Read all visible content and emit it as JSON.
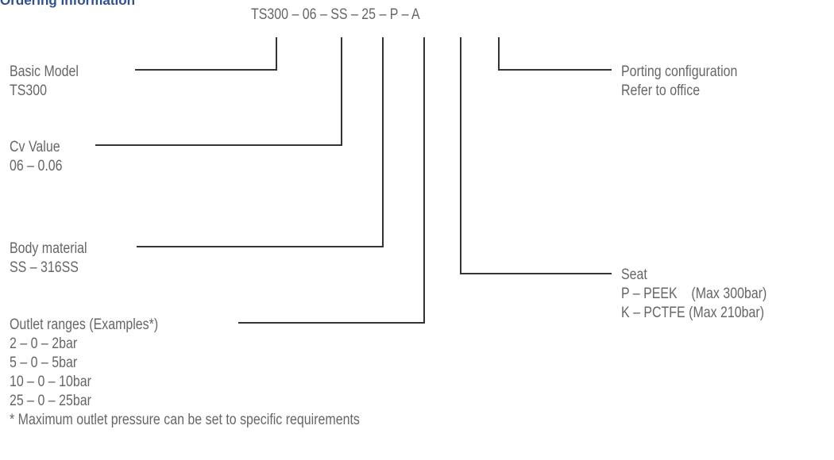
{
  "header": "Ordering information",
  "model_code": "TS300 – 06 – SS – 25 – P – A",
  "left": {
    "basic_model": {
      "title": "Basic Model",
      "lines": [
        "TS300"
      ]
    },
    "cv_value": {
      "title": "Cv Value",
      "lines": [
        "06 – 0.06"
      ]
    },
    "body_material": {
      "title": "Body material",
      "lines": [
        "SS – 316SS"
      ]
    },
    "outlet_ranges": {
      "title": "Outlet ranges (Examples*)",
      "lines": [
        "2 – 0 – 2bar",
        "5 – 0 – 5bar",
        "10 – 0 – 10bar",
        "25 – 0 – 25bar"
      ]
    },
    "footnote": "* Maximum outlet pressure can be set to specific requirements"
  },
  "right": {
    "porting": {
      "title": "Porting configuration",
      "lines": [
        "Refer to office"
      ]
    },
    "seat": {
      "title": "Seat",
      "lines": [
        "P – PEEK    (Max 300bar)",
        "K – PCTFE (Max 210bar)"
      ]
    }
  }
}
